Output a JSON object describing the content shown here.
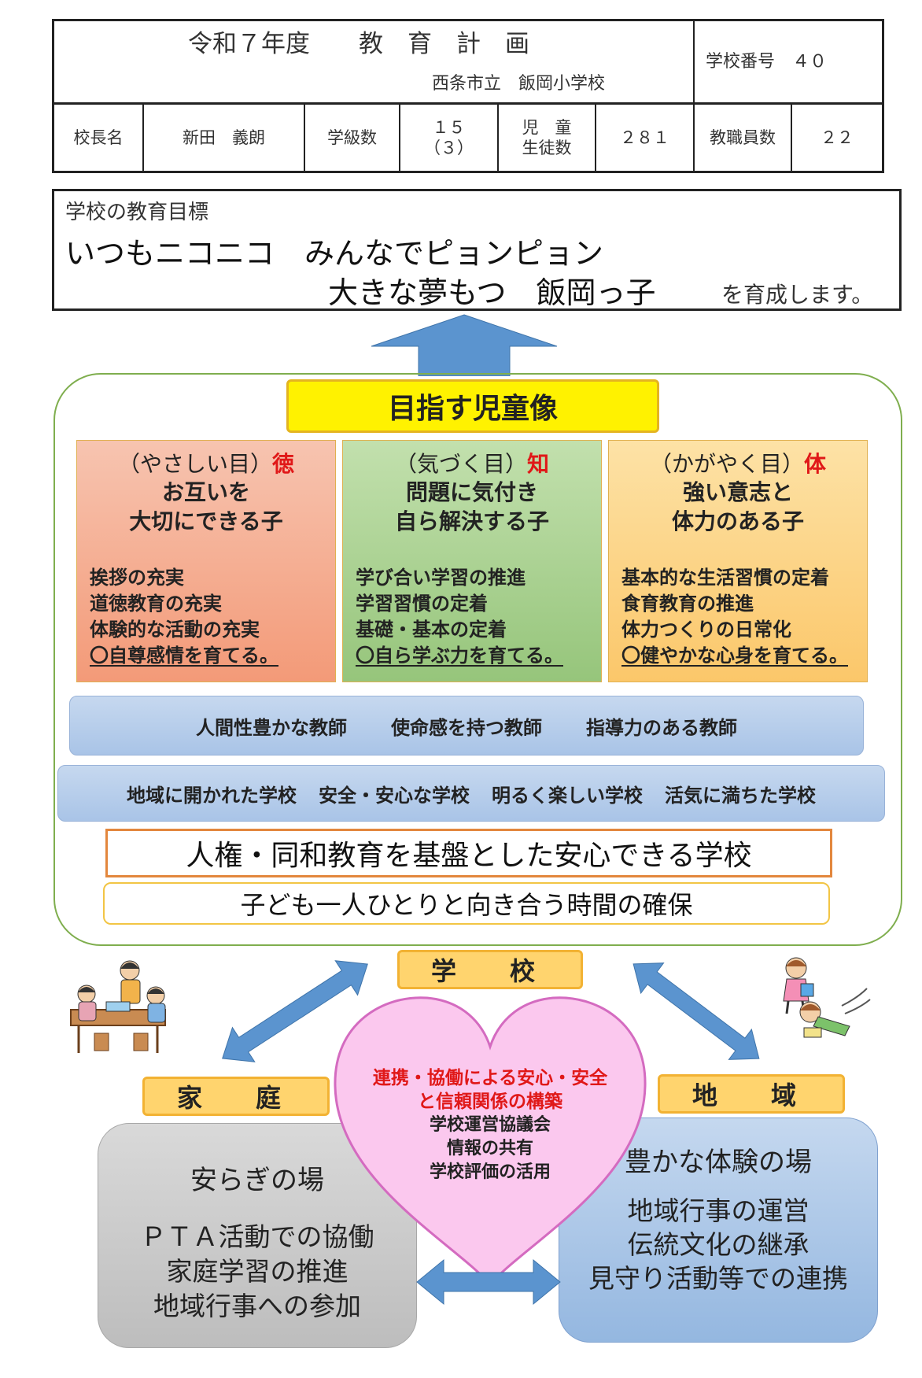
{
  "header": {
    "title": "令和７年度　　教　育　計　画",
    "school_name": "西条市立　飯岡小学校",
    "school_no_label": "学校番号　４０",
    "principal_label": "校長名",
    "principal_name": "新田　義朗",
    "classes_label": "学級数",
    "classes_value": "１５",
    "classes_special": "（３）",
    "students_label_1": "児　童",
    "students_label_2": "生徒数",
    "students_value": "２８１",
    "staff_label": "教職員数",
    "staff_value": "２２"
  },
  "goal": {
    "label": "学校の教育目標",
    "line1": "いつもニコニコ　みんなでピョンピョン",
    "line2": "大きな夢もつ　飯岡っ子",
    "suffix": "を育成します。"
  },
  "ideal": {
    "title": "目指す児童像",
    "pillars": [
      {
        "eye": "（やさしい目）",
        "tag": "徳",
        "head1": "お互いを",
        "head2": "大切にできる子",
        "items": [
          "挨拶の充実",
          "道徳教育の充実",
          "体験的な活動の充実",
          "〇自尊感情を育てる。"
        ]
      },
      {
        "eye": "（気づく目）",
        "tag": "知",
        "head1": "問題に気付き",
        "head2": "自ら解決する子",
        "items": [
          "学び合い学習の推進",
          "学習習慣の定着",
          "基礎・基本の定着",
          "〇自ら学ぶ力を育てる。"
        ]
      },
      {
        "eye": "（かがやく目）",
        "tag": "体",
        "head1": "強い意志と",
        "head2": "体力のある子",
        "items": [
          "基本的な生活習慣の定着",
          "食育教育の推進",
          "体力つくりの日常化",
          "〇健やかな心身を育てる。"
        ]
      }
    ],
    "teachers": [
      "人間性豊かな教師",
      "使命感を持つ教師",
      "指導力のある教師"
    ],
    "schools": [
      "地域に開かれた学校",
      "安全・安心な学校",
      "明るく楽しい学校",
      "活気に満ちた学校"
    ],
    "foundation": "人権・同和教育を基盤とした安心できる学校",
    "time": "子ども一人ひとりと向き合う時間の確保"
  },
  "partners": {
    "school_label": "学　校",
    "home_label": "家　庭",
    "community_label": "地　域",
    "heart_title_1": "連携・協働による安心・安全",
    "heart_title_2": "と信頼関係の構築",
    "heart_items": [
      "学校運営協議会",
      "情報の共有",
      "学校評価の活用"
    ],
    "home_title": "安らぎの場",
    "home_items": [
      "ＰＴＡ活動での協働",
      "家庭学習の推進",
      "地域行事への参加"
    ],
    "community_title": "豊かな体験の場",
    "community_items": [
      "地域行事の運営",
      "伝統文化の継承",
      "見守り活動等での連携"
    ]
  },
  "colors": {
    "virtue": "#f4a98a",
    "wisdom": "#a6cf8a",
    "body": "#fcd27a",
    "tag_red": "#e01818",
    "heart": "#fbc8ee",
    "arrow": "#5b94cf"
  }
}
